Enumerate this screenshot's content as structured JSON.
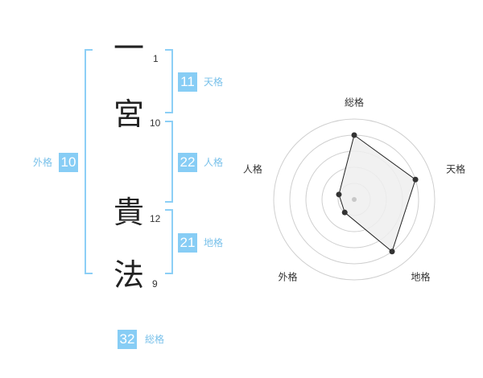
{
  "name_chars": [
    {
      "char": "一",
      "strokes": "1"
    },
    {
      "char": "宮",
      "strokes": "10"
    },
    {
      "char": "貴",
      "strokes": "12"
    },
    {
      "char": "法",
      "strokes": "9"
    }
  ],
  "fortunes": {
    "tenkaku": {
      "value": "11",
      "label": "天格"
    },
    "jinkaku": {
      "value": "22",
      "label": "人格"
    },
    "chikaku": {
      "value": "21",
      "label": "地格"
    },
    "gaikaku": {
      "value": "10",
      "label": "外格"
    },
    "soukaku": {
      "value": "32",
      "label": "総格"
    }
  },
  "colors": {
    "accent": "#87cdf5",
    "bracket": "#8ccff6",
    "label": "#79c1ea"
  },
  "chart_data": {
    "type": "radar",
    "axes": [
      "総格",
      "天格",
      "地格",
      "外格",
      "人格"
    ],
    "values": [
      4,
      4,
      4,
      1,
      1
    ],
    "max": 5,
    "rings": 5,
    "grid": true
  }
}
